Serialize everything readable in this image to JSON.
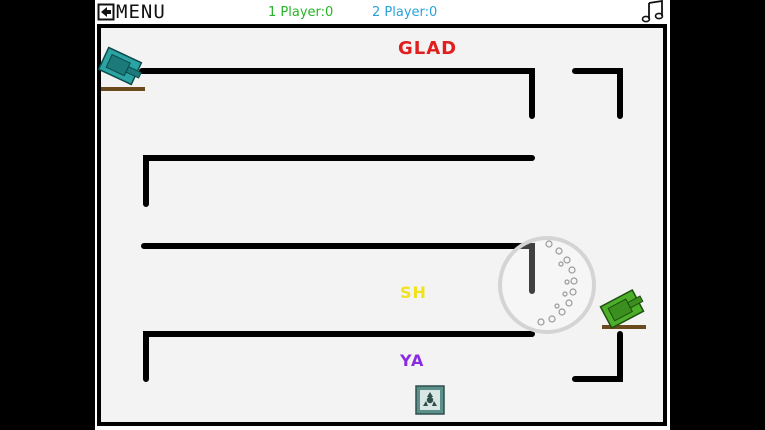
{
  "menu": {
    "label": "MENU",
    "icon": "back-arrow-icon"
  },
  "scores": {
    "player1": "1 Player:0",
    "player2": "2 Player:0"
  },
  "music": {
    "icon": "music-note-icon"
  },
  "labels": {
    "glad": "GLAD",
    "sh": "SH",
    "ya": "YA"
  },
  "powerup": {
    "icon": "powerup-crate-icon"
  },
  "tanks": {
    "player1_color": "#2aa3a3",
    "player2_color": "#4caf2a"
  },
  "colors": {
    "arena_bg": "#f3f3f3",
    "wall": "#000000",
    "letterbox": "#000000"
  }
}
